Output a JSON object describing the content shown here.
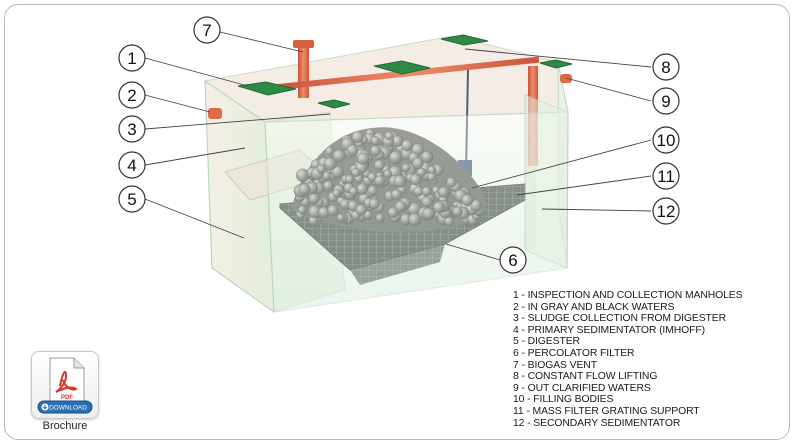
{
  "callouts": [
    "1",
    "2",
    "3",
    "4",
    "5",
    "6",
    "7",
    "8",
    "9",
    "10",
    "11",
    "12"
  ],
  "legend": [
    "1 - INSPECTION AND COLLECTION MANHOLES",
    "2 - IN GRAY AND BLACK WATERS",
    "3 - SLUDGE COLLECTION FROM DIGESTER",
    "4 - PRIMARY SEDIMENTATOR (IMHOFF)",
    "5 - DIGESTER",
    "6 - PERCOLATOR FILTER",
    "7 - BIOGAS  VENT",
    "8 - CONSTANT FLOW LIFTING",
    "9 - OUT CLARIFIED WATERS",
    "10 - FILLING BODIES",
    "11 - MASS FILTER GRATING SUPPORT",
    "12 - SECONDARY SEDIMENTATOR"
  ],
  "brochure": {
    "icon_text": "PDF",
    "button_label": "DOWNLOAD",
    "label": "Brochure",
    "icon": "pdf-file-icon",
    "accent": "#d9342b",
    "button_color": "#2a6fb3"
  },
  "colors": {
    "tank_glass": "#e6f2dc",
    "manhole_green": "#2f8a45",
    "pipe_orange": "#e06a4a",
    "filling_gray": "#6a6a6a",
    "grating": "#3b3f3e"
  }
}
